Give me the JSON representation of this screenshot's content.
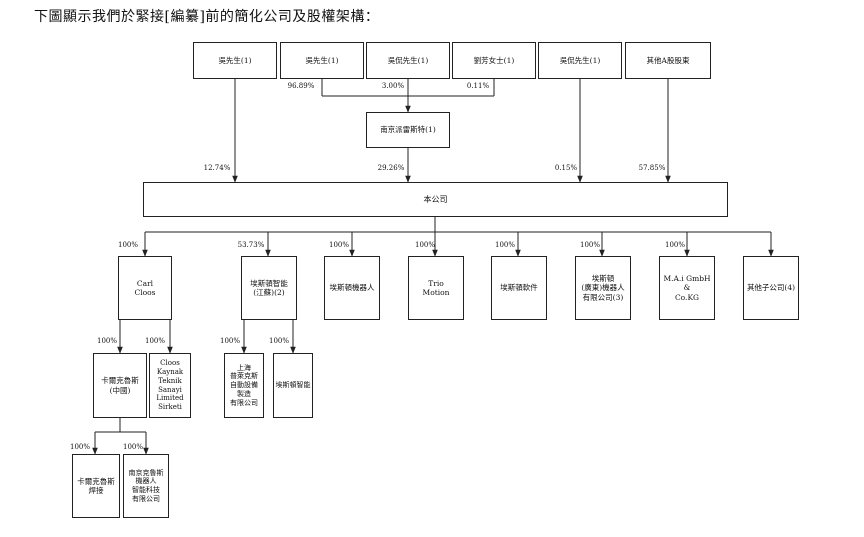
{
  "title": "下圖顯示我們於緊接[編纂]前的簡化公司及股權架構：",
  "boxes": {
    "wu1": "吳先生(1)",
    "wu2": "吳先生(1)",
    "wu_jun": "吳侃先生(1)",
    "liu": "劉芳女士(1)",
    "wu_jun2": "吳侃先生(1)",
    "other_a": "其他A股股東",
    "nanjing_paisi": "南京派雷斯特(1)",
    "company": "本公司",
    "carl_cloos": "Carl\nCloos",
    "estun_jiangsu": "埃斯頓智能\n(江蘇)(2)",
    "estun_robot": "埃斯頓機器人",
    "trio": "Trio\nMotion",
    "estun_software": "埃斯頓軟件",
    "estun_guangdong": "埃斯頓\n(廣東)機器人\n有限公司(3)",
    "mai": "M.A.i GmbH &\nCo.KG",
    "other_subs": "其他子公司(4)",
    "carl_china": "卡爾克魯斯\n(中國)",
    "cloos_turkey": "Cloos\nKaynak\nTeknik\nSanayi\nLimited\nSirketi",
    "shanghai_plc": "上海\n普萊克斯\n自動設備\n製造\n有限公司",
    "estun_intel": "埃斯頓智能",
    "carl_welding": "卡爾克魯斯\n焊接",
    "nanjing_carl": "南京克魯斯\n機器人\n智能科技\n有限公司"
  },
  "percentages": {
    "p_wu_paisi": "96.89%",
    "p_wujun_paisi": "3.00%",
    "p_liu_paisi": "0.11%",
    "p_wu_co": "12.74%",
    "p_paisi_co": "29.26%",
    "p_wujun_co": "0.15%",
    "p_other_co": "57.85%",
    "p_carl": "100%",
    "p_estun_js": "53.73%",
    "p_robot": "100%",
    "p_trio": "100%",
    "p_soft": "100%",
    "p_gd": "100%",
    "p_mai": "100%",
    "p_carl_china": "100%",
    "p_cloos_turkey": "100%",
    "p_shanghai": "100%",
    "p_estun_intel": "100%",
    "p_welding": "100%",
    "p_nj_carl": "100%"
  }
}
